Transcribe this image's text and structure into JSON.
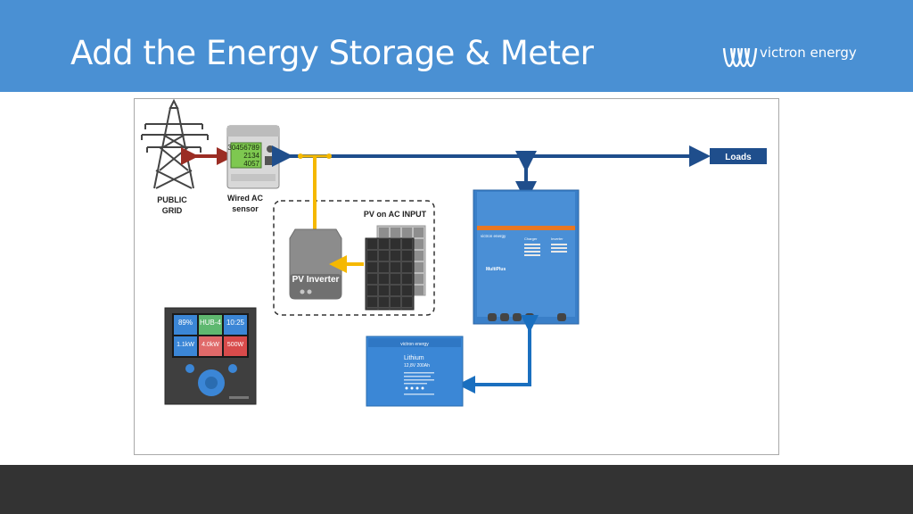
{
  "header": {
    "title": "Add the Energy Storage & Meter",
    "logo_text": "victron energy"
  },
  "diagram": {
    "grid_label_line1": "PUBLIC",
    "grid_label_line2": "GRID",
    "sensor_label_line1": "Wired AC",
    "sensor_label_line2": "sensor",
    "meter_line1": "30456789",
    "meter_line2": "2134",
    "meter_line3": "4057",
    "loads_label": "Loads",
    "pv_group_label": "PV on AC INPUT",
    "pv_inverter_label": "PV Inverter",
    "multiplus_brand": "victron energy",
    "multiplus_name": "MultiPlus",
    "multiplus_charger": "Charger",
    "multiplus_inverter": "Inverter",
    "battery_brand": "victron energy",
    "battery_name": "Lithium",
    "battery_spec": "12,8V 200Ah",
    "gx_tile_1": "89%",
    "gx_tile_2": "HUB-4",
    "gx_tile_3": "10:25",
    "gx_tile_4": "1.1kW",
    "gx_tile_5": "4.0kW",
    "gx_tile_6": "500W"
  },
  "colors": {
    "header_bg": "#4a90d3",
    "ac_bus": "#1f4e8c",
    "grid_link": "#9b2d24",
    "pv_link": "#f5b800",
    "dc_link": "#1a6fbf",
    "loads_box": "#1f4e8c",
    "footer_bg": "#333333"
  }
}
